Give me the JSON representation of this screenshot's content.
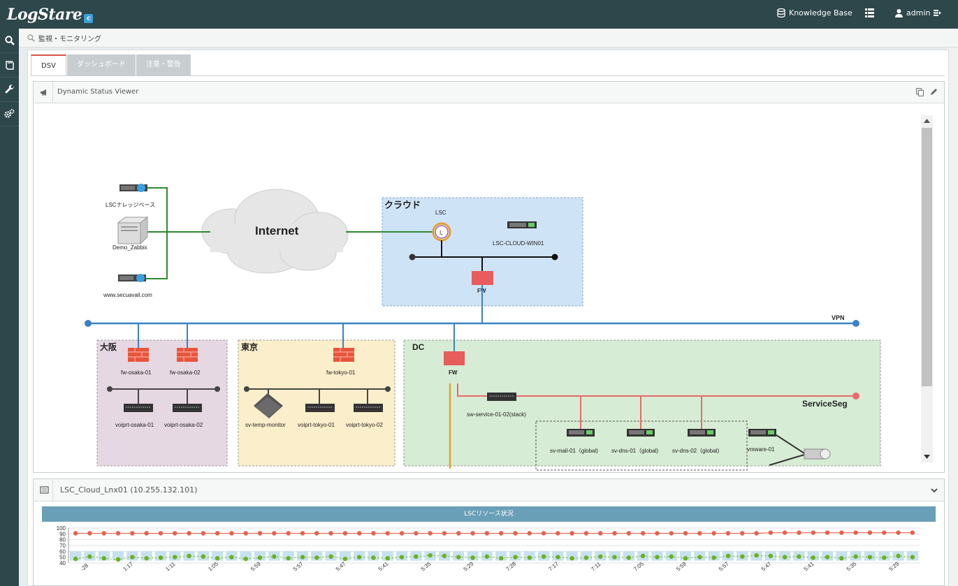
{
  "app": {
    "logo_text": "LogStare"
  },
  "topnav": {
    "knowledge_base": "Knowledge Base",
    "user": "admin"
  },
  "breadcrumb": {
    "text": "監視・モニタリング"
  },
  "tabs": [
    {
      "label": "DSV"
    },
    {
      "label": "ダッシュボード"
    },
    {
      "label": "注意・警告"
    }
  ],
  "panel": {
    "title": "Dynamic Status Viewer"
  },
  "diagram": {
    "internet": "Internet",
    "cloud_group": "クラウド",
    "lsc": "LSC",
    "lsc_cloud_win": "LSC-CLOUD-WIN01",
    "fw": "FW",
    "vpn": "VPN",
    "knowledge_base_node": "LSCナレッジベース",
    "demo_zabbix": "Demo_Zabbix",
    "secuavail": "www.secuavail.com",
    "osaka": "大阪",
    "tokyo": "東京",
    "dc": "DC",
    "fw_osaka_01": "fw-osaka-01",
    "fw_osaka_02": "fw-osaka-02",
    "voiprt_osaka_01": "voiprt-osaka-01",
    "voiprt_osaka_02": "voiprt-osaka-02",
    "fw_tokyo_01": "fw-tokyo-01",
    "sv_temp_monitor": "sv-temp-monitor",
    "voiprt_tokyo_01": "voiprt-tokyo-01",
    "voiprt_tokyo_02": "voiprt-tokyo-02",
    "dc_fw": "FW",
    "sw_service": "sw-service-01-02(stack)",
    "service_seg": "ServiceSeg",
    "sv_mail": "sv-mail-01（global)",
    "sv_dns_01": "sv-dns-01（global)",
    "sv_dns_02": "sv-dns-02（global)",
    "vmware": "vmware-01"
  },
  "panel2": {
    "title": "LSC_Cloud_Lnx01 (10.255.132.101)"
  },
  "chart_data": {
    "type": "line",
    "title": "LSCリソース状況",
    "ylim": [
      40,
      100
    ],
    "y_ticks": [
      "100",
      "90",
      "80",
      "70",
      "60",
      "50",
      "40"
    ],
    "series": [
      {
        "color": "#e8604c",
        "values": [
          91,
          91,
          91,
          91,
          91,
          91,
          91,
          91,
          91,
          91,
          91,
          91,
          91,
          91,
          91,
          91,
          91,
          91,
          91,
          91,
          91,
          91,
          91,
          91,
          91,
          91,
          91,
          91,
          91,
          91,
          91,
          91,
          91,
          91,
          91,
          91,
          91,
          91,
          91,
          91,
          91,
          91,
          91,
          91,
          91,
          91,
          91,
          91,
          91,
          92,
          92,
          92,
          92,
          92,
          92,
          92,
          92,
          92,
          92,
          92
        ]
      },
      {
        "color": "#6ab022",
        "values": [
          47,
          51,
          48,
          46,
          50,
          48,
          49,
          50,
          52,
          51,
          48,
          50,
          47,
          49,
          51,
          48,
          50,
          49,
          51,
          47,
          50,
          49,
          48,
          50,
          51,
          53,
          52,
          50,
          49,
          51,
          48,
          50,
          49,
          51,
          50,
          48,
          49,
          51,
          50,
          49,
          52,
          50,
          51,
          48,
          50,
          49,
          52,
          51,
          53,
          52,
          50,
          51,
          49,
          50,
          48,
          51,
          50,
          49,
          52,
          50
        ]
      }
    ],
    "x_ticks": [
      "-28",
      "1:17",
      "1:11",
      "1:05",
      "5:59",
      "5:57",
      "5:47",
      "5:41",
      "5:35",
      "5:29",
      "7:28",
      "7:17",
      "7:11",
      "7:05",
      "5:59",
      "5:57",
      "5:47",
      "5:41",
      "5:35",
      "5:29"
    ]
  }
}
